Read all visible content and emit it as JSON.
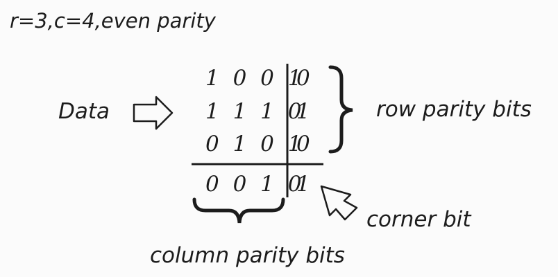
{
  "title": "r=3,c=4,even parity",
  "labels": {
    "data": "Data",
    "row_parity": "row parity bits",
    "corner": "corner bit",
    "column_parity": "column parity bits"
  },
  "matrix": {
    "rows": [
      {
        "data": "1 0 0 1",
        "parity": "0"
      },
      {
        "data": "1 1 1 0",
        "parity": "1"
      },
      {
        "data": "0 1 0 1",
        "parity": "0"
      }
    ],
    "column_parity": "0 0 1 0",
    "corner_bit": "1"
  },
  "icons": {
    "data_arrow": "right-arrow-icon",
    "corner_arrow": "up-left-arrow-icon",
    "row_brace": "right-brace-icon",
    "column_brace": "bottom-brace-icon"
  },
  "colors": {
    "ink": "#1c1c1c",
    "background": "#fbfbfb"
  }
}
